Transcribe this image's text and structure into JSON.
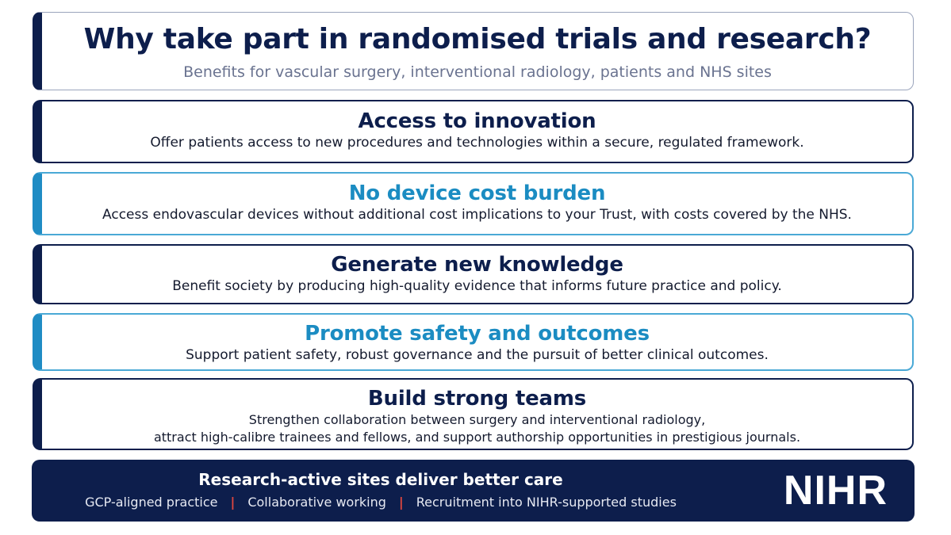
{
  "header": {
    "title": "Why take part in randomised trials and research?",
    "subtitle": "Benefits for vascular surgery, interventional radiology, patients and NHS sites"
  },
  "cards": [
    {
      "title": "Access to innovation",
      "description": "Offer patients access to new procedures and technologies within a secure, regulated framework.",
      "accent": "#0d1e4c"
    },
    {
      "title": "No device cost burden",
      "description": "Access endovascular devices without additional cost implications to your Trust, with costs covered by the NHS.",
      "accent": "#1b8cc2"
    },
    {
      "title": "Generate new knowledge",
      "description": "Benefit society by producing high-quality evidence that informs future practice and policy.",
      "accent": "#0d1e4c"
    },
    {
      "title": "Promote safety and outcomes",
      "description": "Support patient safety, robust governance and the pursuit of better clinical outcomes.",
      "accent": "#1b8cc2"
    },
    {
      "title": "Build strong teams",
      "description_lines": [
        "Strengthen collaboration between surgery and interventional radiology,",
        "attract high-calibre trainees and fellows, and support authorship opportunities in prestigious journals."
      ],
      "accent": "#0d1e4c"
    }
  ],
  "footer": {
    "title": "Research-active sites deliver better care",
    "items": [
      "GCP-aligned practice",
      "Collaborative working",
      "Recruitment into NIHR-supported studies"
    ],
    "separator": "|",
    "logo_text": "NIHR",
    "background": "#0d1e4c",
    "separator_color": "#e0473f"
  }
}
